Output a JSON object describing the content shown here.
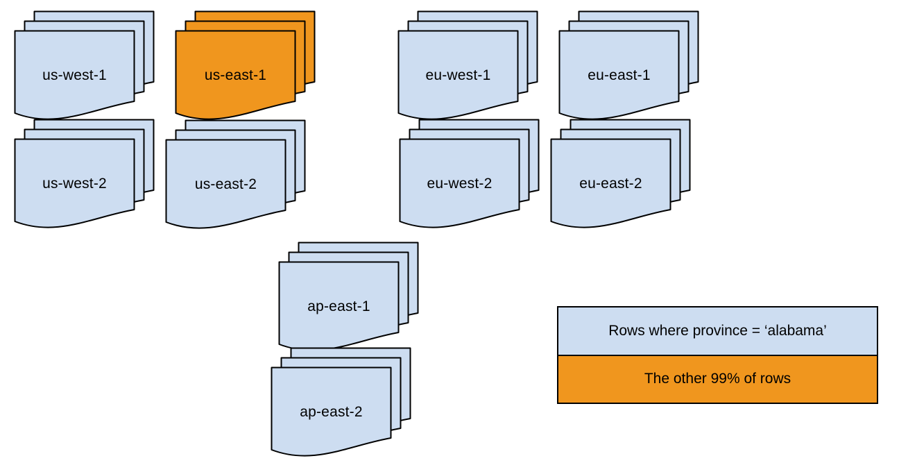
{
  "colors": {
    "sheet_default_fill": "#cdddf1",
    "sheet_highlight_fill": "#f0961e",
    "stroke": "#000000",
    "background": "#ffffff"
  },
  "stacks": [
    {
      "label": "us-west-1",
      "variant": "default"
    },
    {
      "label": "us-east-1",
      "variant": "highlight"
    },
    {
      "label": "eu-west-1",
      "variant": "default"
    },
    {
      "label": "eu-east-1",
      "variant": "default"
    },
    {
      "label": "us-west-2",
      "variant": "default"
    },
    {
      "label": "us-east-2",
      "variant": "default"
    },
    {
      "label": "eu-west-2",
      "variant": "default"
    },
    {
      "label": "eu-east-2",
      "variant": "default"
    },
    {
      "label": "ap-east-1",
      "variant": "default"
    },
    {
      "label": "ap-east-2",
      "variant": "default"
    }
  ],
  "legend": {
    "items": [
      {
        "label": "Rows where province = ‘alabama’",
        "variant": "default"
      },
      {
        "label": "The other 99% of rows",
        "variant": "highlight"
      }
    ]
  }
}
